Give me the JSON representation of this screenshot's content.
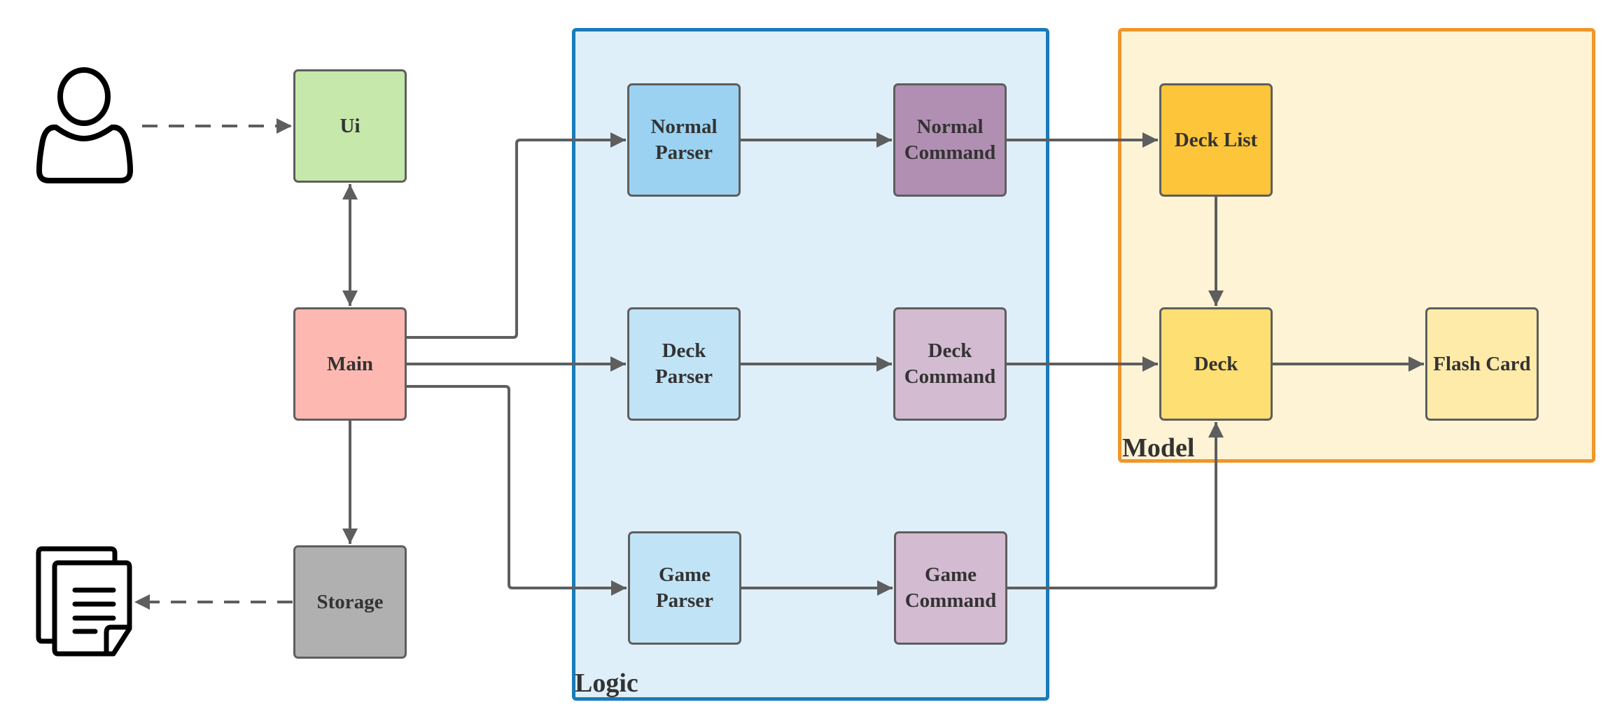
{
  "diagram": {
    "containers": {
      "logic": {
        "label": "Logic",
        "fill": "#dfeffa",
        "border": "#1a7bb9"
      },
      "model": {
        "label": "Model",
        "fill": "#fef3d4",
        "border": "#f0962a"
      }
    },
    "nodes": {
      "ui": {
        "label": "Ui",
        "fill": "#c6e8ab"
      },
      "main": {
        "label": "Main",
        "fill": "#fdb9b1"
      },
      "storage": {
        "label": "Storage",
        "fill": "#b0b0b0"
      },
      "normal_parser": {
        "label": "Normal\nParser",
        "fill": "#9bd2f2"
      },
      "normal_command": {
        "label": "Normal\nCommand",
        "fill": "#b18fb2"
      },
      "deck_parser": {
        "label": "Deck\nParser",
        "fill": "#c1e3f6"
      },
      "deck_command": {
        "label": "Deck\nCommand",
        "fill": "#d3bbd1"
      },
      "game_parser": {
        "label": "Game\nParser",
        "fill": "#c1e3f6"
      },
      "game_command": {
        "label": "Game\nCommand",
        "fill": "#d3bbd1"
      },
      "deck_list": {
        "label": "Deck List",
        "fill": "#fcc53a"
      },
      "deck": {
        "label": "Deck",
        "fill": "#fedf73"
      },
      "flash_card": {
        "label": "Flash Card",
        "fill": "#feeba9"
      }
    },
    "icons": {
      "user": "user-icon",
      "files": "documents-icon"
    },
    "edges": [
      {
        "from": "user",
        "to": "ui",
        "style": "dashed"
      },
      {
        "from": "ui",
        "to": "main",
        "style": "solid",
        "bidirectional": true
      },
      {
        "from": "main",
        "to": "storage",
        "style": "solid"
      },
      {
        "from": "storage",
        "to": "files",
        "style": "dashed"
      },
      {
        "from": "main",
        "to": "normal_parser",
        "style": "solid"
      },
      {
        "from": "main",
        "to": "deck_parser",
        "style": "solid"
      },
      {
        "from": "main",
        "to": "game_parser",
        "style": "solid"
      },
      {
        "from": "normal_parser",
        "to": "normal_command",
        "style": "solid"
      },
      {
        "from": "deck_parser",
        "to": "deck_command",
        "style": "solid"
      },
      {
        "from": "game_parser",
        "to": "game_command",
        "style": "solid"
      },
      {
        "from": "normal_command",
        "to": "deck_list",
        "style": "solid"
      },
      {
        "from": "deck_command",
        "to": "deck",
        "style": "solid"
      },
      {
        "from": "game_command",
        "to": "deck",
        "style": "solid"
      },
      {
        "from": "deck_list",
        "to": "deck",
        "style": "solid"
      },
      {
        "from": "deck",
        "to": "flash_card",
        "style": "solid"
      }
    ],
    "line_color": "#5e5e5e",
    "text_color": "#333333"
  }
}
